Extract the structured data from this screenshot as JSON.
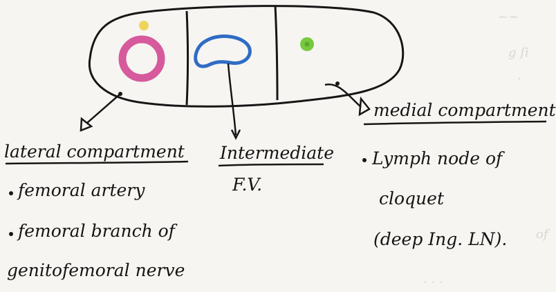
{
  "colors": {
    "ink": "#161616",
    "paper": "#f6f5f2",
    "lateral_ring": "#d65a9c",
    "lateral_ring_dot": "#f0d35a",
    "intermediate_vein": "#2f6cc4",
    "medial_node": "#79c93f"
  },
  "lateral": {
    "heading": "lateral compartment",
    "items": [
      "femoral artery",
      "femoral branch of",
      "genitofemoral nerve"
    ]
  },
  "intermediate": {
    "heading": "Intermediate",
    "items": [
      "F.V."
    ]
  },
  "medial": {
    "heading": "medial compartment",
    "items": [
      "Lymph node of",
      "cloquet",
      "(deep Ing. LN)."
    ]
  }
}
